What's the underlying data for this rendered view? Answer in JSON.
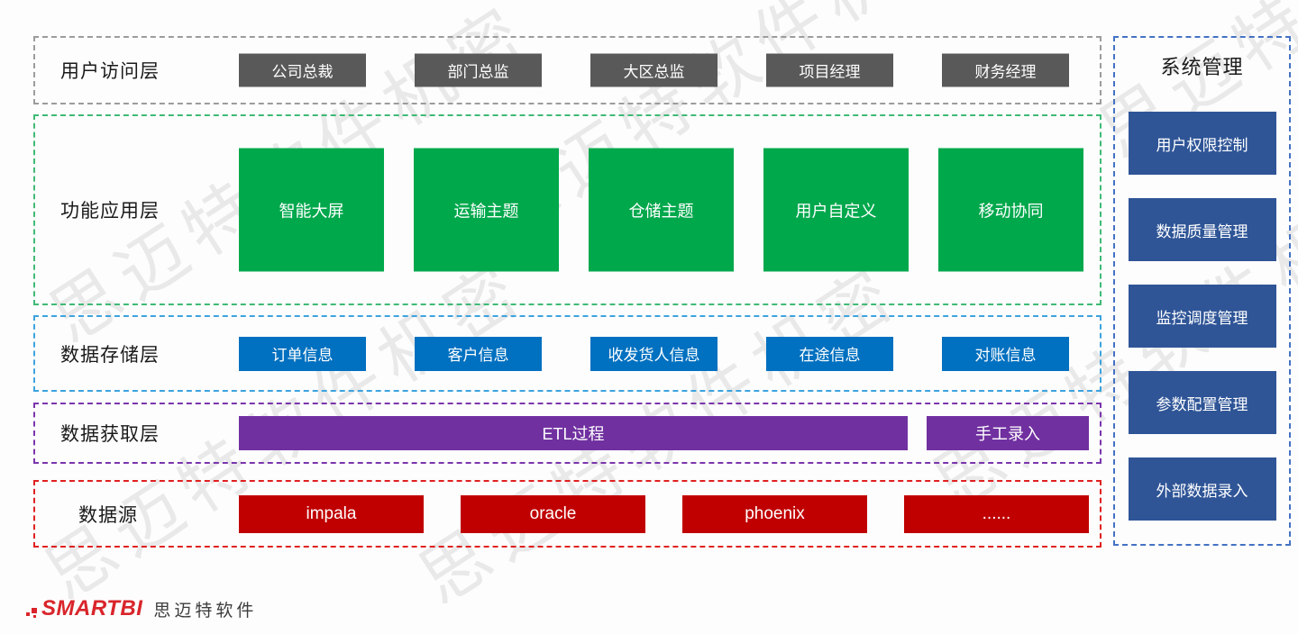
{
  "watermark": {
    "text": "思迈特软件机密"
  },
  "palette": {
    "access_box": "#595959",
    "app_box": "#00A84C",
    "storage_box": "#0070C0",
    "acquisition_box": "#7030A0",
    "source_box": "#C00000",
    "sidebar_box": "#2F5597",
    "logo_red": "#D9252B"
  },
  "layers": [
    {
      "label": "用户访问层",
      "boxes": [
        "公司总裁",
        "部门总监",
        "大区总监",
        "项目经理",
        "财务经理"
      ]
    },
    {
      "label": "功能应用层",
      "boxes": [
        "智能大屏",
        "运输主题",
        "仓储主题",
        "用户自定义",
        "移动协同"
      ]
    },
    {
      "label": "数据存储层",
      "boxes": [
        "订单信息",
        "客户信息",
        "收发货人信息",
        "在途信息",
        "对账信息"
      ]
    },
    {
      "label": "数据获取层",
      "boxes": [
        "ETL过程",
        "手工录入"
      ]
    },
    {
      "label": "数据源",
      "boxes": [
        "impala",
        "oracle",
        "phoenix",
        "......"
      ]
    }
  ],
  "sidebar": {
    "title": "系统管理",
    "items": [
      "用户权限控制",
      "数据质量管理",
      "监控调度管理",
      "参数配置管理",
      "外部数据录入"
    ]
  },
  "footer": {
    "logo": "SMARTBI",
    "company": "思迈特软件"
  }
}
